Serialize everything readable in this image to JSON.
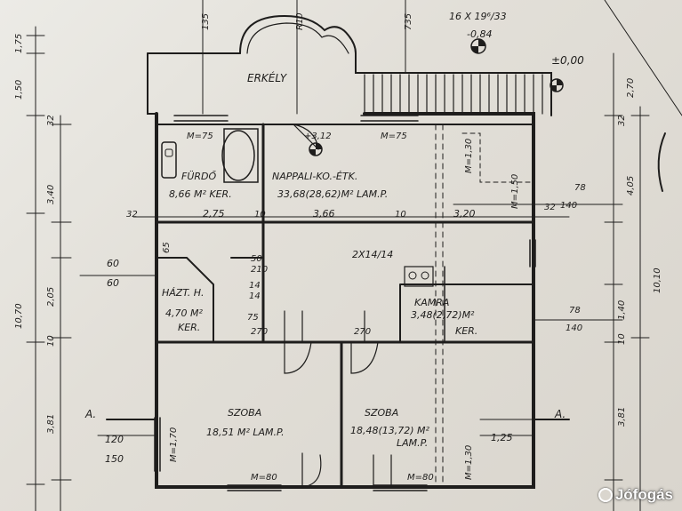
{
  "watermark": "Jófogás",
  "labels": [
    {
      "id": "erkely",
      "text": "ERKÉLY",
      "cls": "big"
    },
    {
      "id": "stairs-level",
      "text": "±0,00",
      "cls": "big"
    },
    {
      "id": "stairs-spec",
      "text": "16 X 19⁶/33",
      "cls": "lbl"
    },
    {
      "id": "stairs-level2",
      "text": "-0,84",
      "cls": "lbl"
    },
    {
      "id": "top-dim-1",
      "text": "135",
      "cls": "sm"
    },
    {
      "id": "top-dim-2",
      "text": "R10",
      "cls": "sm"
    },
    {
      "id": "top-dim-3",
      "text": "735",
      "cls": "sm"
    },
    {
      "id": "furdo-name",
      "text": "FÜRDŐ",
      "cls": "lbl"
    },
    {
      "id": "furdo-area",
      "text": "8,66 M² KER.",
      "cls": "lbl"
    },
    {
      "id": "furdo-m",
      "text": "M=75",
      "cls": "sm"
    },
    {
      "id": "nappali-name",
      "text": "NAPPALI-KO.-ÉTK.",
      "cls": "lbl"
    },
    {
      "id": "nappali-area",
      "text": "33,68(28,62)M² LAM.P.",
      "cls": "lbl"
    },
    {
      "id": "nappali-level",
      "text": "+3,12",
      "cls": "sm"
    },
    {
      "id": "nappali-m",
      "text": "M=75",
      "cls": "sm"
    },
    {
      "id": "dim-275",
      "text": "2,75",
      "cls": "lbl"
    },
    {
      "id": "dim-366",
      "text": "3,66",
      "cls": "lbl"
    },
    {
      "id": "dim-320",
      "text": "3,20",
      "cls": "lbl"
    },
    {
      "id": "dim-32a",
      "text": "32",
      "cls": "sm"
    },
    {
      "id": "dim-32b",
      "text": "32",
      "cls": "sm"
    },
    {
      "id": "dim-10a",
      "text": "10",
      "cls": "sm"
    },
    {
      "id": "dim-10b",
      "text": "10",
      "cls": "sm"
    },
    {
      "id": "dim-78a",
      "text": "78",
      "cls": "sm"
    },
    {
      "id": "dim-140a",
      "text": "140",
      "cls": "sm"
    },
    {
      "id": "dim-m130",
      "text": "M=1,30",
      "cls": "sm"
    },
    {
      "id": "dim-m150",
      "text": "M=1,50",
      "cls": "sm"
    },
    {
      "id": "kitchen-spec",
      "text": "2X14/14",
      "cls": "lbl"
    },
    {
      "id": "dim-60a",
      "text": "60",
      "cls": "lbl"
    },
    {
      "id": "dim-60b",
      "text": "60",
      "cls": "lbl"
    },
    {
      "id": "dim-65",
      "text": "65",
      "cls": "sm"
    },
    {
      "id": "dim-210",
      "text": "210",
      "cls": "sm"
    },
    {
      "id": "dim-14a",
      "text": "14",
      "cls": "sm"
    },
    {
      "id": "dim-14b",
      "text": "14",
      "cls": "sm"
    },
    {
      "id": "dim-50",
      "text": "50",
      "cls": "sm"
    },
    {
      "id": "hazt-name",
      "text": "HÁZT. H.",
      "cls": "lbl"
    },
    {
      "id": "hazt-area",
      "text": "4,70 M²",
      "cls": "lbl"
    },
    {
      "id": "hazt-ker",
      "text": "KER.",
      "cls": "lbl"
    },
    {
      "id": "dim-75",
      "text": "75",
      "cls": "sm"
    },
    {
      "id": "dim-270a",
      "text": "270",
      "cls": "sm"
    },
    {
      "id": "dim-270b",
      "text": "270",
      "cls": "sm"
    },
    {
      "id": "kamra-name",
      "text": "KAMRA",
      "cls": "lbl"
    },
    {
      "id": "kamra-area",
      "text": "3,48(2,72)M²",
      "cls": "lbl"
    },
    {
      "id": "kamra-ker",
      "text": "KER.",
      "cls": "lbl"
    },
    {
      "id": "dim-78b",
      "text": "78",
      "cls": "sm"
    },
    {
      "id": "dim-140b",
      "text": "140",
      "cls": "sm"
    },
    {
      "id": "szoba1-name",
      "text": "SZOBA",
      "cls": "lbl"
    },
    {
      "id": "szoba1-area",
      "text": "18,51 M² LAM.P.",
      "cls": "lbl"
    },
    {
      "id": "szoba2-name",
      "text": "SZOBA",
      "cls": "lbl"
    },
    {
      "id": "szoba2-area",
      "text": "18,48(13,72) M²",
      "cls": "lbl"
    },
    {
      "id": "szoba2-lam",
      "text": "LAM.P.",
      "cls": "lbl"
    },
    {
      "id": "section-a-left",
      "text": "A.",
      "cls": "big"
    },
    {
      "id": "section-a-right",
      "text": "A.",
      "cls": "big"
    },
    {
      "id": "dim-120",
      "text": "120",
      "cls": "lbl"
    },
    {
      "id": "dim-150",
      "text": "150",
      "cls": "lbl"
    },
    {
      "id": "dim-125",
      "text": "1,25",
      "cls": "lbl"
    },
    {
      "id": "m-170",
      "text": "M=1,70",
      "cls": "sm"
    },
    {
      "id": "m-130b",
      "text": "M=1,30",
      "cls": "sm"
    },
    {
      "id": "m-80a",
      "text": "M=80",
      "cls": "sm"
    },
    {
      "id": "m-80b",
      "text": "M=80",
      "cls": "sm"
    },
    {
      "id": "left-175",
      "text": "1,75",
      "cls": "sm"
    },
    {
      "id": "left-150",
      "text": "1,50",
      "cls": "sm"
    },
    {
      "id": "left-32",
      "text": "32",
      "cls": "sm"
    },
    {
      "id": "left-340",
      "text": "3,40",
      "cls": "sm"
    },
    {
      "id": "left-1070",
      "text": "10,70",
      "cls": "sm"
    },
    {
      "id": "left-205",
      "text": "2,05",
      "cls": "sm"
    },
    {
      "id": "left-10",
      "text": "10",
      "cls": "sm"
    },
    {
      "id": "left-381",
      "text": "3,81",
      "cls": "sm"
    },
    {
      "id": "right-270",
      "text": "2,70",
      "cls": "sm"
    },
    {
      "id": "right-32",
      "text": "32",
      "cls": "sm"
    },
    {
      "id": "right-405",
      "text": "4,05",
      "cls": "sm"
    },
    {
      "id": "right-1010",
      "text": "10,10",
      "cls": "sm"
    },
    {
      "id": "right-140",
      "text": "1,40",
      "cls": "sm"
    },
    {
      "id": "right-10",
      "text": "10",
      "cls": "sm"
    },
    {
      "id": "right-381",
      "text": "3,81",
      "cls": "sm"
    }
  ]
}
